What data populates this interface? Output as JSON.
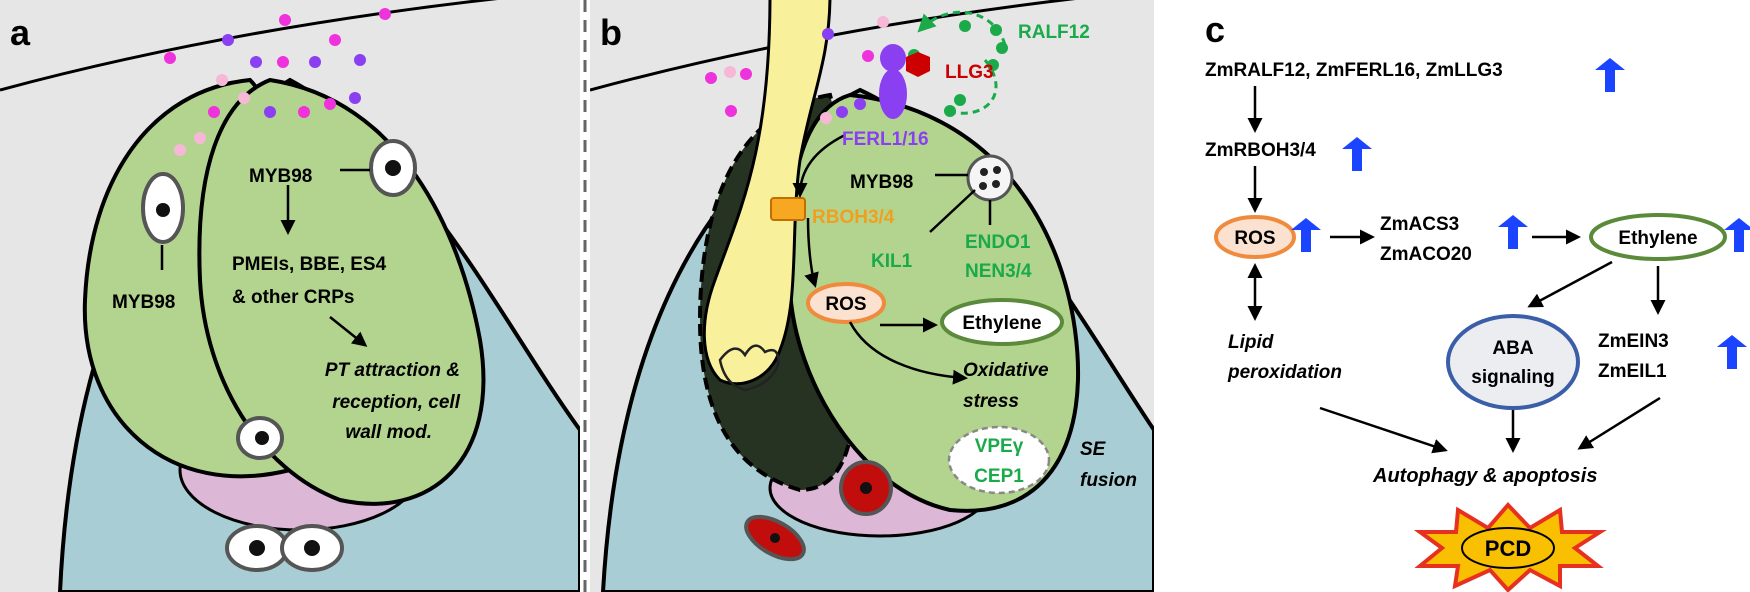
{
  "panel_labels": {
    "a": "a",
    "b": "b",
    "c": "c"
  },
  "colors": {
    "background_gray": "#e6e6e6",
    "nucellus_blue": "#a9cdd4",
    "synergid_green": "#b3d48e",
    "central_pink": "#dcb8d6",
    "degenerated_dark": "#263322",
    "pollen_tube_yellow": "#f8f09a",
    "ferl_purple": "#8a3ff0",
    "llg_red": "#cc0000",
    "ralf_green": "#1aaa4a",
    "rboh_orange": "#f0a020",
    "ros_orange": "#f08a3c",
    "ethylene_green": "#5a8a3a",
    "aba_blue": "#3a5ea8",
    "up_arrow_blue": "#1a44ff",
    "pcd_star": "#e83020",
    "pcd_fill": "#f8c000"
  },
  "panel_a": {
    "myb98_top": "MYB98",
    "myb98_left": "MYB98",
    "gene_line1": "PMEIs, BBE, ES4",
    "gene_line2": "& other CRPs",
    "outcome_line1": "PT attraction &",
    "outcome_line2": "reception, cell",
    "outcome_line3": "wall mod."
  },
  "panel_b": {
    "ralf12": "RALF12",
    "llg3": "LLG3",
    "ferl": "FERL1/16",
    "myb98": "MYB98",
    "rboh": "RBOH3/4",
    "kil1": "KIL1",
    "endo1": "ENDO1",
    "nen": "NEN3/4",
    "ros": "ROS",
    "ethylene": "Ethylene",
    "oxidative_line1": "Oxidative",
    "oxidative_line2": "stress",
    "vpe": "VPEγ",
    "cep1": "CEP1",
    "se_line1": "SE",
    "se_line2": "fusion"
  },
  "panel_c": {
    "top_genes": "ZmRALF12, ZmFERL16, ZmLLG3",
    "rboh": "ZmRBOH3/4",
    "ros": "ROS",
    "acs": "ZmACS3",
    "aco": "ZmACO20",
    "ethylene": "Ethylene",
    "lipid_line1": "Lipid",
    "lipid_line2": "peroxidation",
    "aba_line1": "ABA",
    "aba_line2": "signaling",
    "ein3": "ZmEIN3",
    "eil1": "ZmEIL1",
    "autophagy": "Autophagy & apoptosis",
    "pcd": "PCD"
  }
}
